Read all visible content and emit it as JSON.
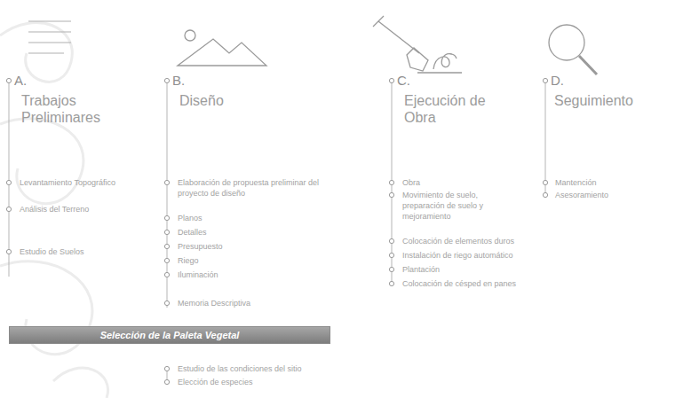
{
  "diagram": {
    "nodes": [
      {
        "text": [
          "Selección de la Paleta Vegetal"
        ]
      }
    ],
    "labels": [
      "A.",
      "Trabajos Preliminares",
      "Levantamiento Topográfico",
      "Análisis del Terreno",
      "Estudio de Suelos",
      "B.",
      "Diseño",
      "Elaboración de propuesta preliminar del proyecto de diseño",
      "Planos",
      "Detalles",
      "Presupuesto",
      "Riego",
      "Iluminación",
      "Memoria Descriptiva",
      "C.",
      "Ejecución de Obra",
      "Obra",
      "Movimiento de suelo, preparación de suelo y mejoramiento",
      "Colocación de elementos duros",
      "Instalación de riego automático",
      "Plantación",
      "Colocación de césped en panes",
      "D.",
      "Seguimiento",
      "Mantención",
      "Asesoramiento",
      "Estudio de las condiciones del sitio",
      "Elección de especies"
    ]
  }
}
